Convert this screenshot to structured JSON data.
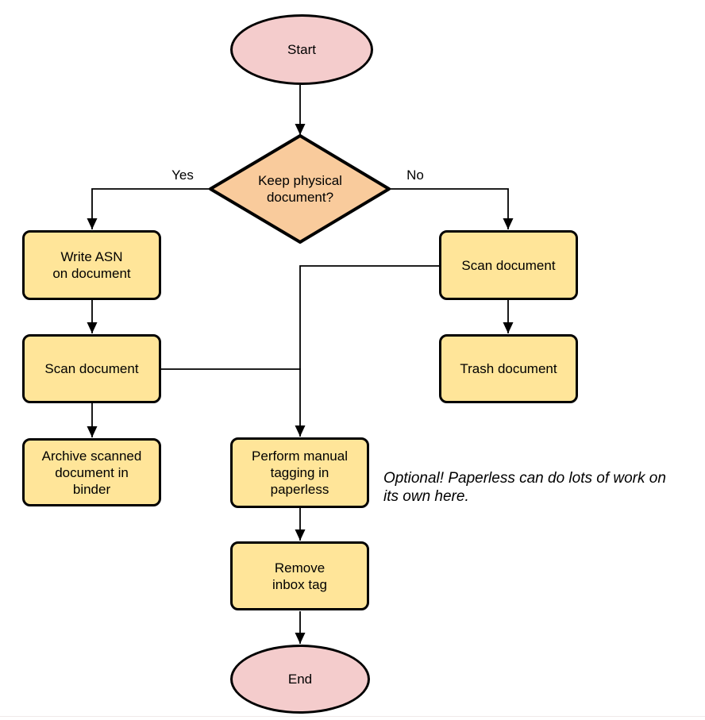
{
  "diagram": {
    "type": "flowchart",
    "nodes": {
      "start": {
        "label": "Start",
        "shape": "terminator",
        "fill": "#F4CCCC"
      },
      "decision": {
        "label": [
          "Keep physical",
          "document?"
        ],
        "shape": "decision",
        "fill": "#F9CB9C"
      },
      "write_asn": {
        "label": [
          "Write ASN",
          "on document"
        ],
        "shape": "process",
        "fill": "#FFE599"
      },
      "scan_left": {
        "label": "Scan document",
        "shape": "process",
        "fill": "#FFE599"
      },
      "archive": {
        "label": [
          "Archive scanned",
          "document in",
          "binder"
        ],
        "shape": "process",
        "fill": "#FFE599"
      },
      "scan_right": {
        "label": "Scan document",
        "shape": "process",
        "fill": "#FFE599"
      },
      "trash": {
        "label": "Trash document",
        "shape": "process",
        "fill": "#FFE599"
      },
      "tagging": {
        "label": [
          "Perform manual",
          "tagging in",
          "paperless"
        ],
        "shape": "process",
        "fill": "#FFE599"
      },
      "remove_inbox": {
        "label": [
          "Remove",
          "inbox tag"
        ],
        "shape": "process",
        "fill": "#FFE599"
      },
      "end": {
        "label": "End",
        "shape": "terminator",
        "fill": "#F4CCCC"
      }
    },
    "edges": {
      "list": [
        {
          "from": "start",
          "to": "decision",
          "label": ""
        },
        {
          "from": "decision",
          "to": "write_asn",
          "label": "Yes"
        },
        {
          "from": "decision",
          "to": "scan_right",
          "label": "No"
        },
        {
          "from": "write_asn",
          "to": "scan_left",
          "label": ""
        },
        {
          "from": "scan_left",
          "to": "archive",
          "label": ""
        },
        {
          "from": "scan_right",
          "to": "trash",
          "label": ""
        },
        {
          "from": "scan_right",
          "to": "tagging",
          "label": ""
        },
        {
          "from": "scan_left",
          "to": "tagging",
          "label": ""
        },
        {
          "from": "tagging",
          "to": "remove_inbox",
          "label": ""
        },
        {
          "from": "remove_inbox",
          "to": "end",
          "label": ""
        }
      ]
    },
    "annotation": {
      "text": [
        "Optional! Paperless can do lots of work on",
        "its own here."
      ]
    },
    "colors": {
      "terminator_fill": "#F4CCCC",
      "decision_fill": "#F9CB9C",
      "process_fill": "#FFE599",
      "stroke": "#000000",
      "background": "#FFFFFF"
    }
  }
}
